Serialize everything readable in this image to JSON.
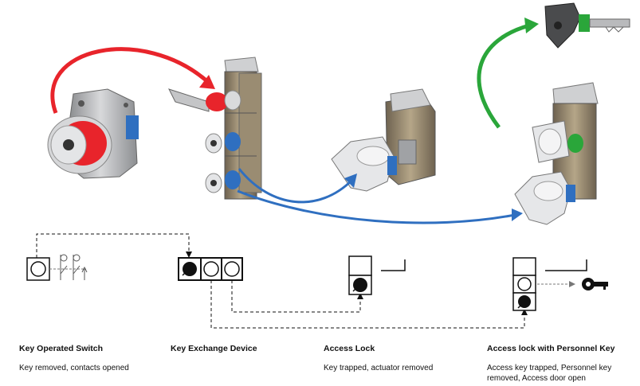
{
  "colors": {
    "red_arrow": "#e8242b",
    "blue_arrow": "#2f6fc0",
    "green_arrow": "#2aa63a",
    "metal": "#a9abae",
    "bronze": "#8a7b62"
  },
  "icons": [
    "key-switch-icon",
    "key-exchange-device-icon",
    "access-lock-icon",
    "personnel-access-lock-icon",
    "personnel-key-icon"
  ],
  "columns": [
    {
      "title": "Key Operated Switch",
      "description": "Key removed, contacts opened"
    },
    {
      "title": "Key Exchange Device",
      "description": ""
    },
    {
      "title": "Access Lock",
      "description": "Key trapped, actuator removed"
    },
    {
      "title": "Access lock with Personnel Key",
      "description": "Access key trapped, Personnel key removed, Access door open"
    }
  ]
}
